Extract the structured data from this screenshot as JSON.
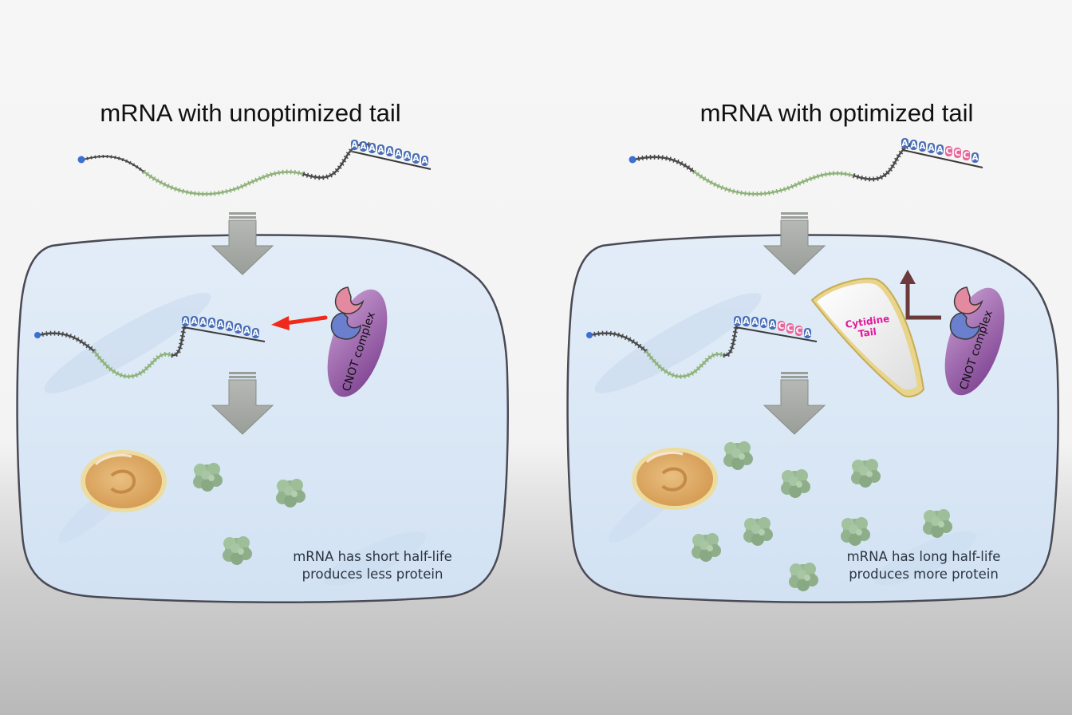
{
  "left_panel": {
    "title": "mRNA with unoptimized tail",
    "incoming_tail_bases": [
      "A",
      "A",
      "A",
      "A",
      "A",
      "A",
      "A",
      "A",
      "A"
    ],
    "cell_tail_bases": [
      "A",
      "A",
      "A",
      "A",
      "A",
      "A",
      "A",
      "A",
      "A"
    ],
    "cnot_label": "CNOT complex",
    "caption_line1": "mRNA has short half-life",
    "caption_line2": "produces less protein"
  },
  "right_panel": {
    "title": "mRNA with optimized tail",
    "incoming_tail_bases": [
      "A",
      "A",
      "A",
      "A",
      "A",
      "C",
      "C",
      "C",
      "A"
    ],
    "cell_tail_bases": [
      "A",
      "A",
      "A",
      "A",
      "A",
      "C",
      "C",
      "C",
      "A"
    ],
    "cnot_label": "CNOT complex",
    "cytidine_label_line1": "Cytidine",
    "cytidine_label_line2": "Tail",
    "caption_line1": "mRNA has long half-life",
    "caption_line2": "produces more protein"
  },
  "colors": {
    "adenosine_base": "#4a6fb8",
    "cytidine_base": "#e8679a",
    "coding_region": "#8fb27a",
    "utr_strand": "#4a4a4a",
    "cell_fill": "#dce8f6",
    "blocked_arrow": "#f02a1a",
    "escape_arrow": "#6b3a3a",
    "cnot_body": "#9a5fa8",
    "protein": "#8fb18a",
    "nucleus": "#d9a766"
  }
}
